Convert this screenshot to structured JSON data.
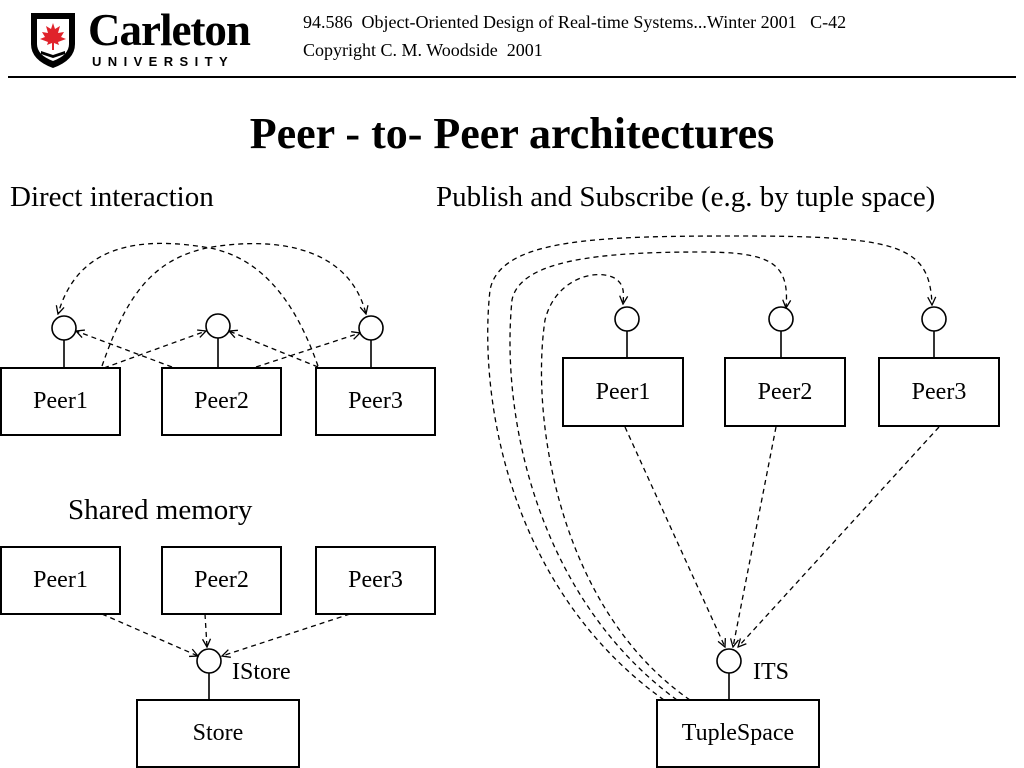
{
  "header": {
    "logo_word": "Carleton",
    "logo_subword": "UNIVERSITY",
    "course_line": "94.586  Object-Oriented Design of Real-time Systems...Winter 2001   C-42",
    "copyright_line": "Copyright C. M. Woodside  2001"
  },
  "slide": {
    "title": "Peer - to- Peer architectures"
  },
  "direct": {
    "heading": "Direct interaction",
    "peers": [
      "Peer1",
      "Peer2",
      "Peer3"
    ]
  },
  "shared": {
    "heading": "Shared memory",
    "peers": [
      "Peer1",
      "Peer2",
      "Peer3"
    ],
    "store_label": "Store",
    "interface_label": "IStore"
  },
  "pubsub": {
    "heading": "Publish and Subscribe (e.g. by tuple space)",
    "peers": [
      "Peer1",
      "Peer2",
      "Peer3"
    ],
    "tuplespace_label": "TupleSpace",
    "interface_label": "ITS"
  },
  "colors": {
    "ink": "#000000",
    "logo_red": "#e0232b",
    "background": "#ffffff"
  }
}
